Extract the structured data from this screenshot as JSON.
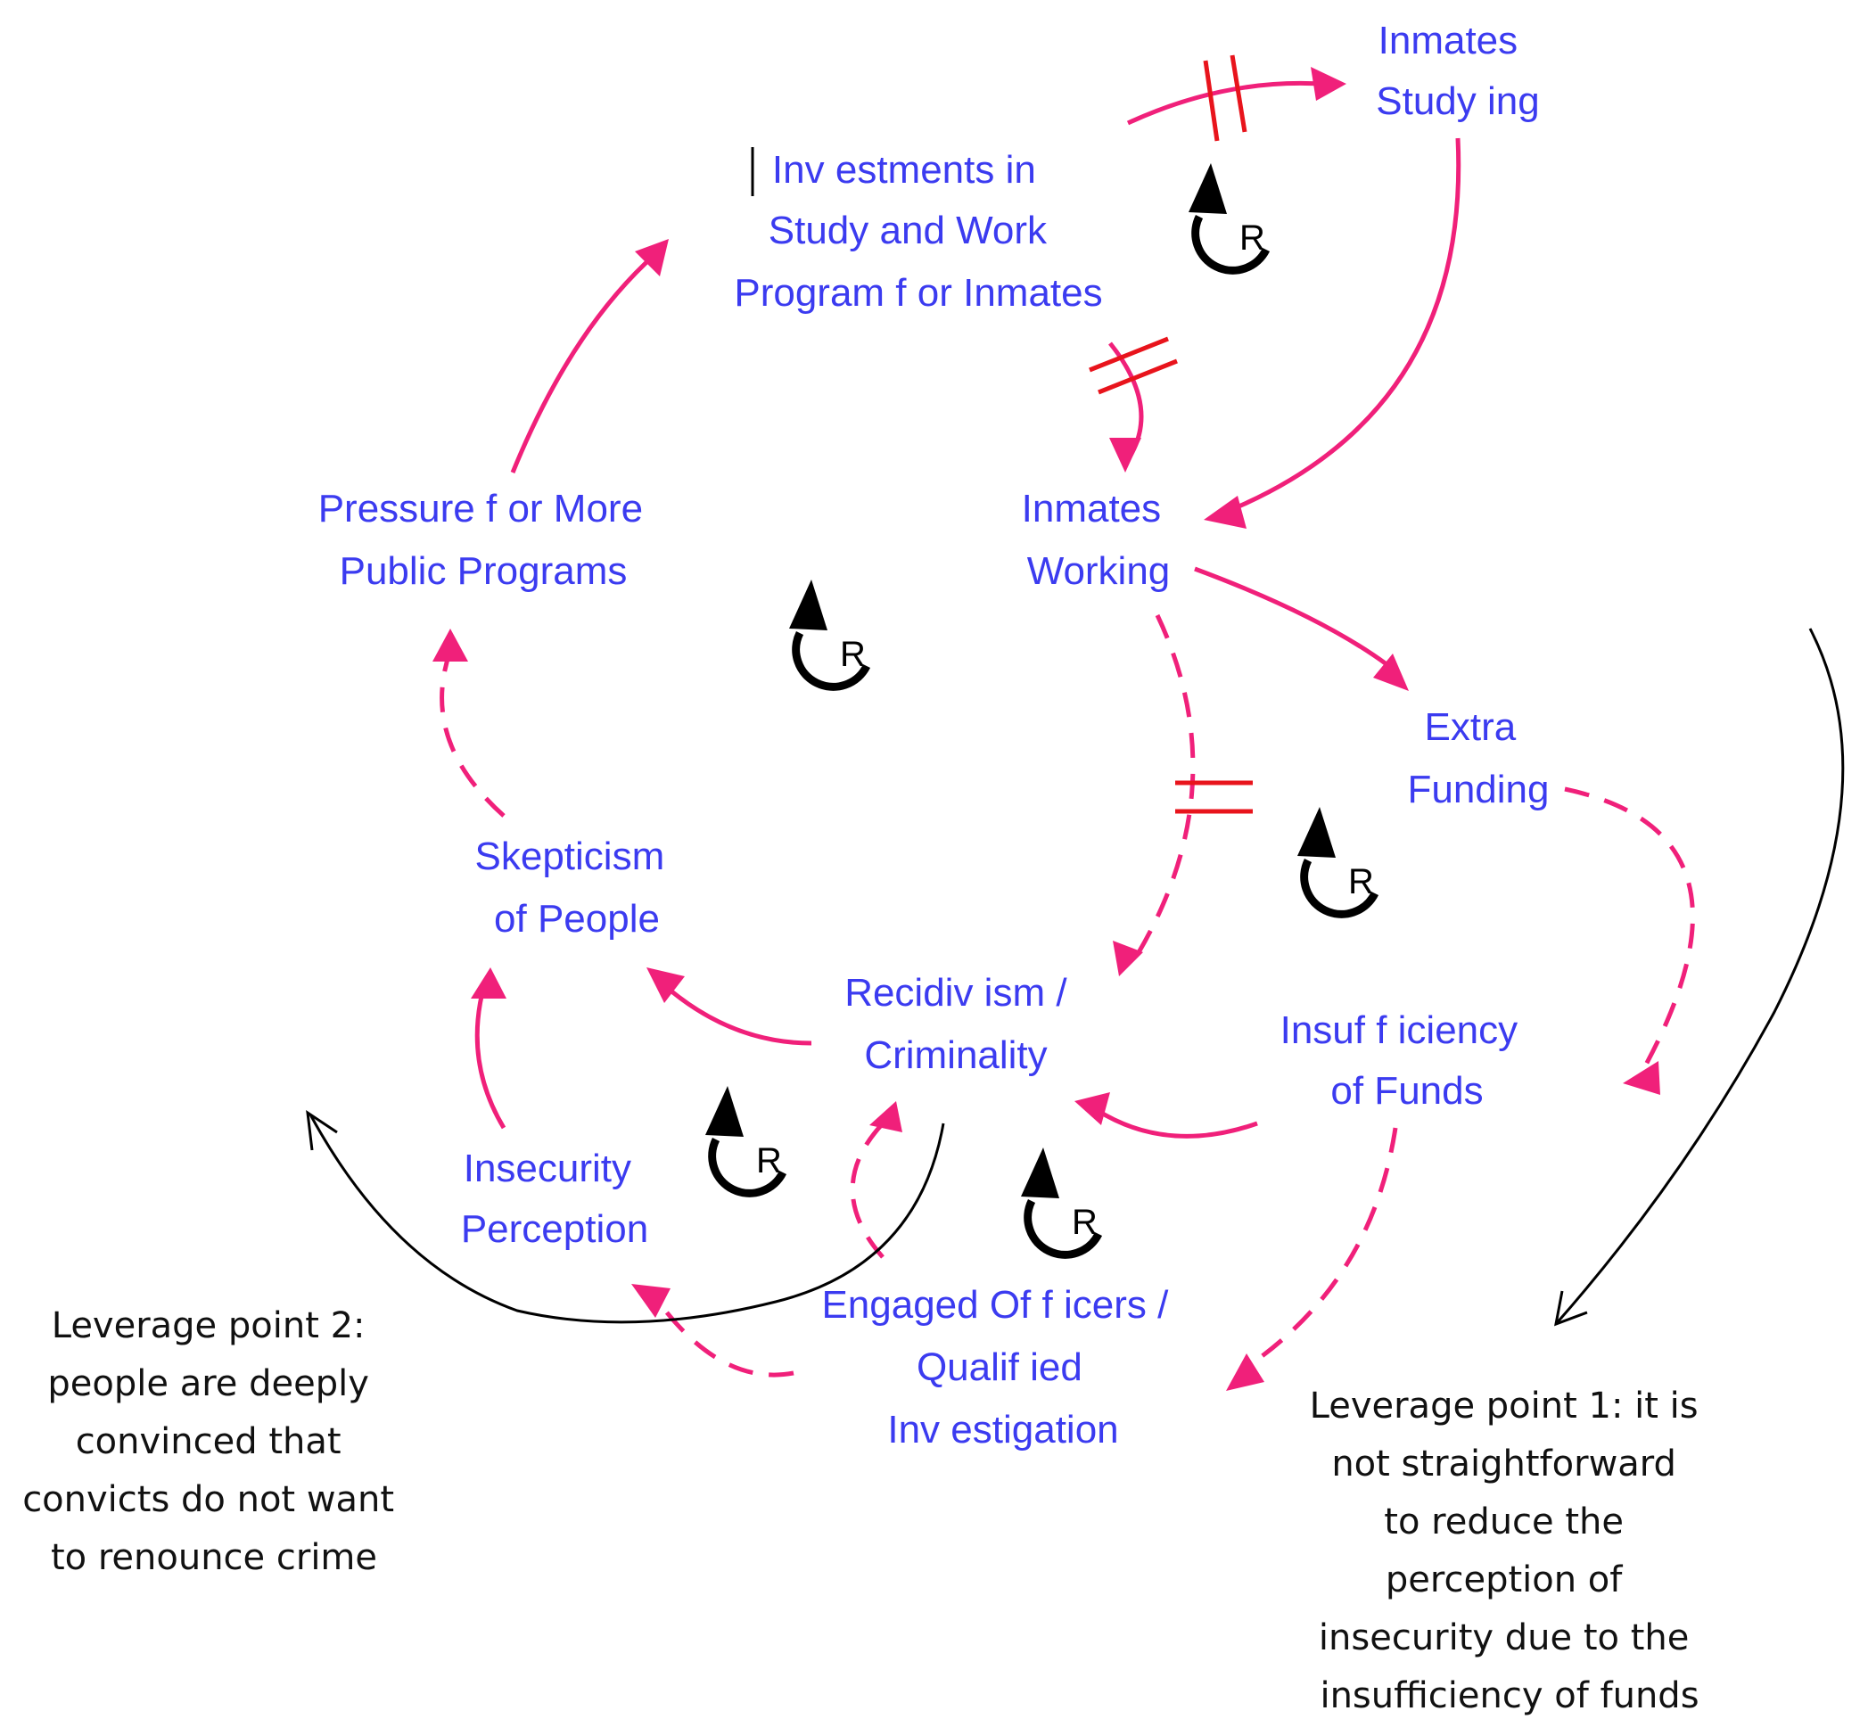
{
  "variables": {
    "inmates_studying": [
      "Inmates",
      "Study ing"
    ],
    "investments": [
      "Inv estments in",
      "Study  and Work",
      "Program f or Inmates"
    ],
    "pressure": [
      "Pressure f or More",
      "Public Programs"
    ],
    "inmates_working": [
      "Inmates",
      "Working"
    ],
    "extra_funding": [
      "Extra",
      "Funding"
    ],
    "skepticism": [
      "Skepticism",
      "of People"
    ],
    "recidivism": [
      "Recidiv ism /",
      "Criminality"
    ],
    "insufficiency": [
      "Insuf f iciency",
      "of Funds"
    ],
    "insecurity": [
      "Insecurity",
      "Perception"
    ],
    "engaged_officers": [
      "Engaged Of f icers /",
      "Qualif ied",
      "Inv estigation"
    ]
  },
  "loop_label": "R",
  "notes": {
    "leverage_2": [
      "Leverage point 2:",
      "people are deeply",
      "convinced that",
      "convicts do not want",
      "to renounce crime"
    ],
    "leverage_1": [
      "Leverage point 1: it is",
      "not straightforward",
      "to reduce the",
      "perception of",
      "insecurity due to the",
      "insufficiency of funds"
    ]
  },
  "colors": {
    "variable_text": "#3b3bf0",
    "causal_link": "#f0207a",
    "delay_mark": "#e8141c",
    "loop_symbol": "#000000"
  }
}
